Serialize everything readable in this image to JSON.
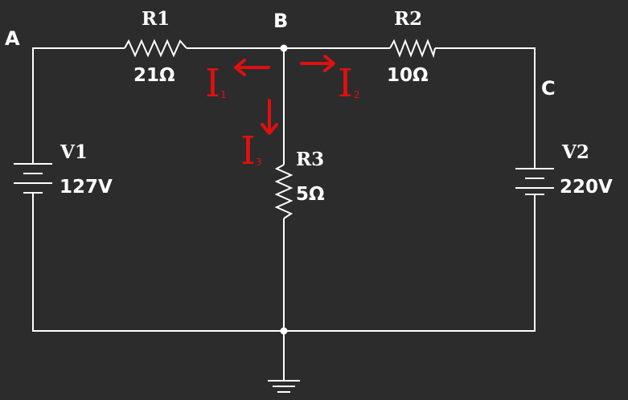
{
  "nodes": {
    "a": "A",
    "b": "B",
    "c": "C"
  },
  "r1": {
    "name": "R1",
    "value": "21Ω"
  },
  "r2": {
    "name": "R2",
    "value": "10Ω"
  },
  "r3": {
    "name": "R3",
    "value": "5Ω"
  },
  "v1": {
    "name": "V1",
    "value": "127V"
  },
  "v2": {
    "name": "V2",
    "value": "220V"
  },
  "currents": [
    {
      "symbol": "I",
      "sub": "1"
    },
    {
      "symbol": "I",
      "sub": "2"
    },
    {
      "symbol": "I",
      "sub": "3"
    }
  ],
  "colors": {
    "background": "#2c2c2c",
    "wire": "#ffffff",
    "current": "#e01010"
  }
}
